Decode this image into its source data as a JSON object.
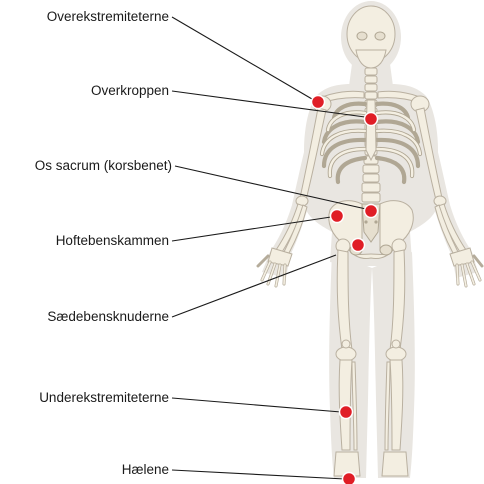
{
  "labels": [
    {
      "id": "upper-extremities",
      "text": "Overekstremiteterne"
    },
    {
      "id": "upper-body",
      "text": "Overkroppen"
    },
    {
      "id": "sacrum",
      "text": "Os sacrum (korsbenet)"
    },
    {
      "id": "iliac-crest",
      "text": "Hoftebenskammen"
    },
    {
      "id": "ischial-tuberosities",
      "text": "Sædebensknuderne"
    },
    {
      "id": "lower-extremities",
      "text": "Underekstremiteterne"
    },
    {
      "id": "heels",
      "text": "Hælene"
    }
  ],
  "colors": {
    "marker": "#e01e26",
    "silhouette": "#e9e6e1",
    "bone": "#f3eee1",
    "bone_outline": "#b9b0a0",
    "text": "#1a1a1a"
  }
}
